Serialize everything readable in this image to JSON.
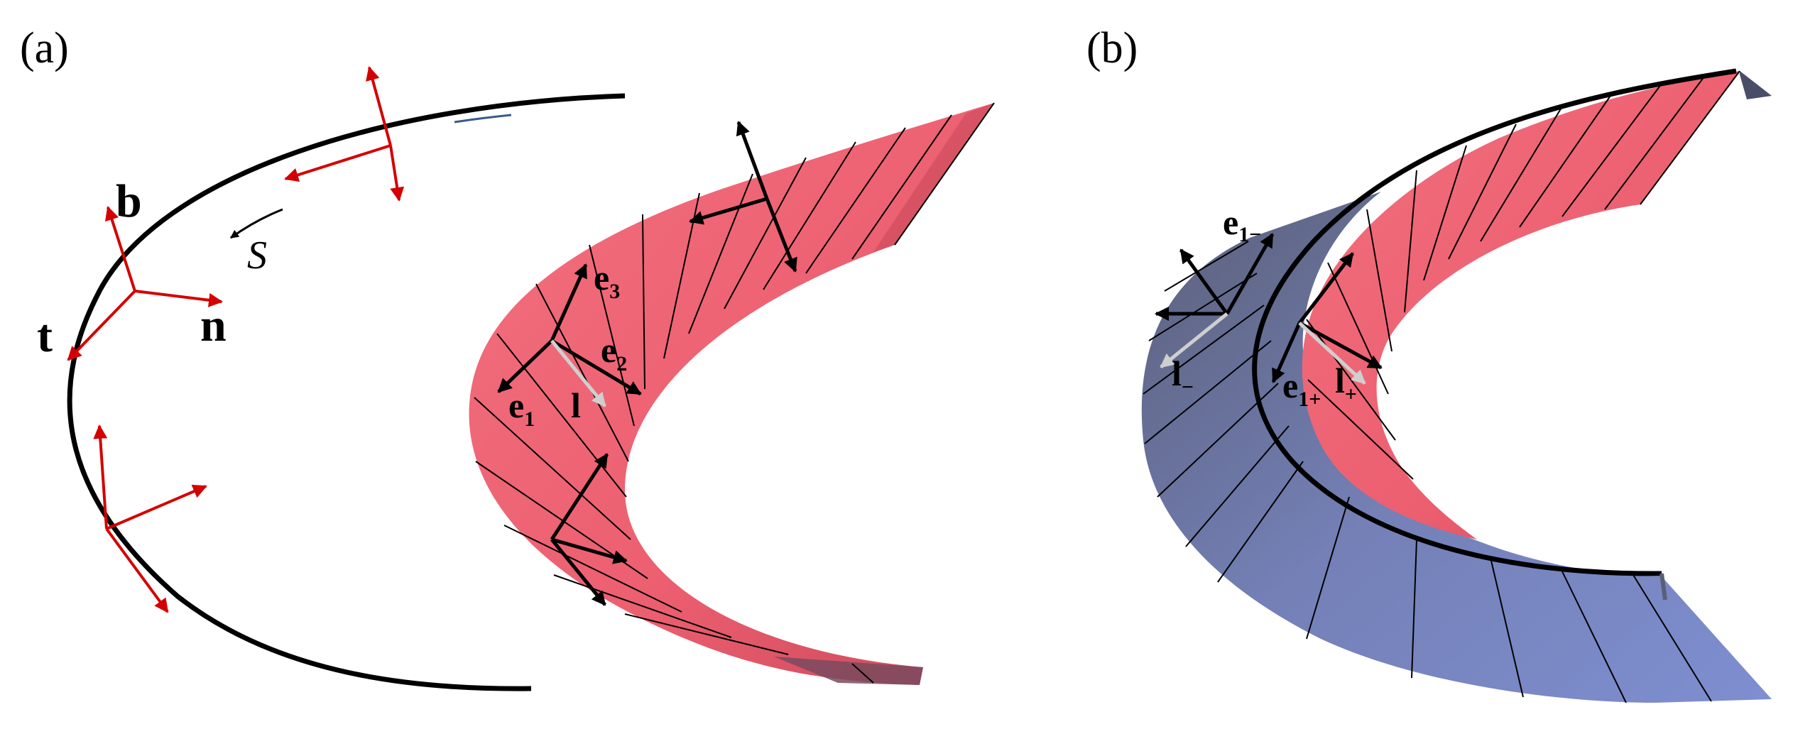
{
  "panels": {
    "a": {
      "label": "(a)"
    },
    "b": {
      "label": "(b)"
    }
  },
  "labels": {
    "b": "b",
    "t": "t",
    "n": "n",
    "S": "S",
    "e_main": "e",
    "e1_sub": "1",
    "e2_sub": "2",
    "e3_sub": "3",
    "l": "l",
    "e1m_sub": "1−",
    "e1p_sub": "1+",
    "lm_sub": "−",
    "lp_sub": "+"
  },
  "colors": {
    "frame_arrows": "#d40000",
    "ribbon_red": "#f06473",
    "ribbon_blue": "#7b87bf",
    "curve": "#000000",
    "director": "#c8c8c8"
  }
}
